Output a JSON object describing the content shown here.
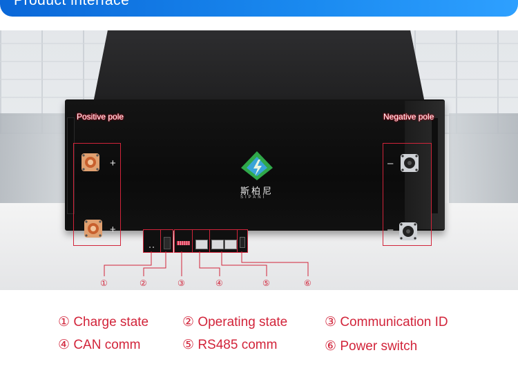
{
  "header": {
    "title": "Product interface"
  },
  "labels": {
    "positive_pole": "Positive pole",
    "negative_pole": "Negative pole"
  },
  "signs": {
    "plus": "+",
    "minus": "–"
  },
  "logo": {
    "cn": "斯柏尼",
    "en": "SIPANI"
  },
  "markers": [
    "①",
    "②",
    "③",
    "④",
    "⑤",
    "⑥"
  ],
  "legend": [
    {
      "num": "①",
      "text": "Charge state"
    },
    {
      "num": "②",
      "text": "Operating state"
    },
    {
      "num": "③",
      "text": "Communication ID"
    },
    {
      "num": "④",
      "text": "CAN comm"
    },
    {
      "num": "⑤",
      "text": "RS485 comm"
    },
    {
      "num": "⑥",
      "text": "Power switch"
    }
  ],
  "colors": {
    "accent_red": "#d2243a",
    "header_blue": "#1a8af0",
    "logo_green": "#2fa84a"
  }
}
